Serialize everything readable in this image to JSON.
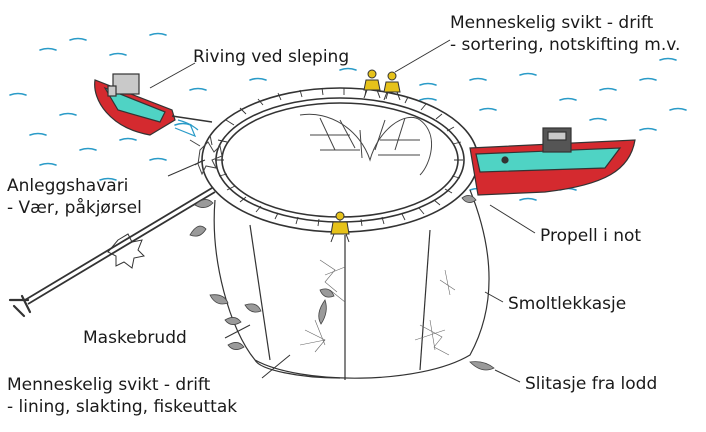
{
  "labels": {
    "riving_ved_sleping": "Riving ved sleping",
    "menneskelig_top_1": "Menneskelig svikt - drift",
    "menneskelig_top_2": "- sortering, notskifting m.v.",
    "anleggshavari_1": "Anleggshavari",
    "anleggshavari_2": "- Vær, påkjørsel",
    "propell_i_not": "Propell i not",
    "smoltlekkasje": "Smoltlekkasje",
    "maskebrudd": "Maskebrudd",
    "menneskelig_bottom_1": "Menneskelig svikt - drift",
    "menneskelig_bottom_2": "- lining, slakting, fiskeuttak",
    "slitasje_fra_lodd": "Slitasje fra lodd"
  },
  "colors": {
    "boat_hull": "#d42a2f",
    "boat_deck": "#4fd3c4",
    "boat_cabin": "#c9c9c9",
    "worker": "#e6c21a",
    "water": "#2a9bc8",
    "line": "#333333",
    "fish": "#9a9a9a"
  }
}
